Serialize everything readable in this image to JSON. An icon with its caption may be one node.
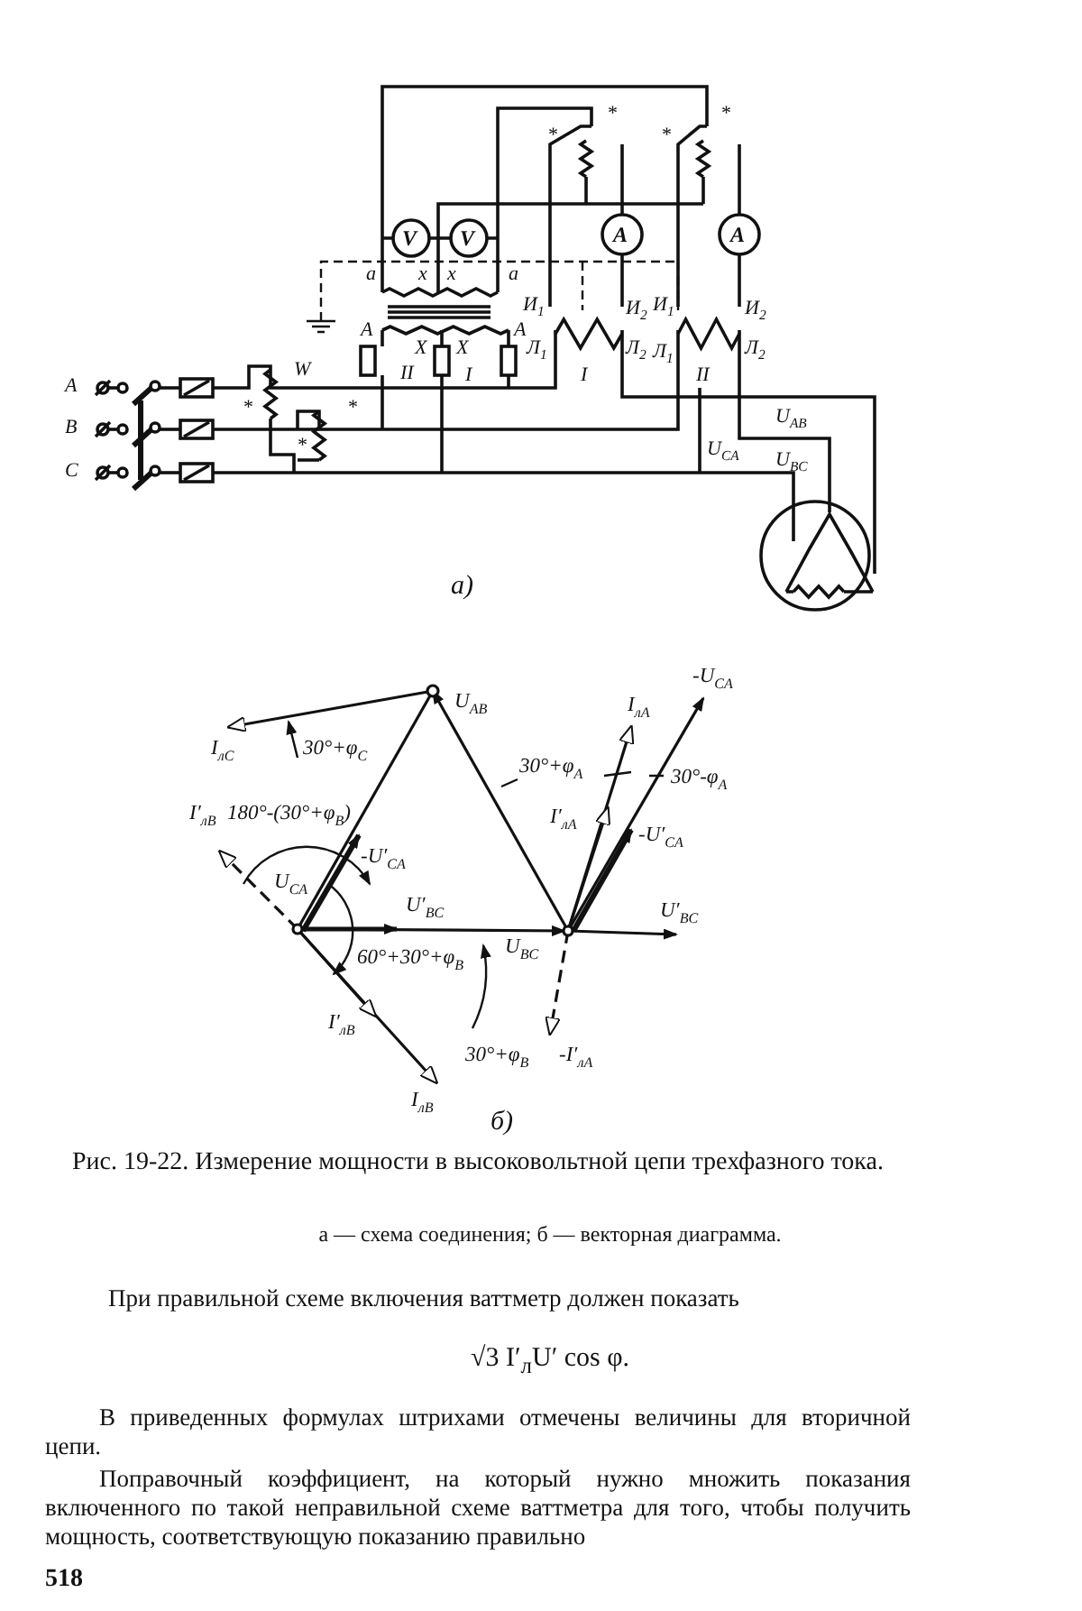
{
  "diagram": {
    "caption": "Рис. 19-22. Измерение мощности в высоковольтной цепи трехфазного тока.",
    "labels": [
      "V",
      "V",
      "A",
      "A",
      "*",
      "W",
      "*",
      "*",
      "*",
      "*",
      "*",
      "*",
      "a",
      "x",
      "x",
      "a",
      "A",
      "A",
      "X",
      "X",
      "II",
      "I",
      "И$_{1}$",
      "И$_{2}$",
      "И$_{1}$",
      "И$_{2}$",
      "Л$_{1}$",
      "Л$_{2}$",
      "Л$_{1}$",
      "Л$_{2}$",
      "I",
      "II",
      "A",
      "B",
      "C",
      "U$_{CA}$",
      "U$_{AB}$",
      "U$_{BC}$",
      "а)",
      "U$_{AB}$",
      "I$_{лC}$",
      "30°+φ$_{C}$",
      "I′$_{лB}$",
      "180°-(30°+φ$_{B}$)",
      "-U′$_{CA}$",
      "U$_{CA}$",
      "U′$_{BC}$",
      "60°+30°+φ$_{B}$",
      "U$_{BC}$",
      "30°+φ$_{B}$",
      "I′$_{лB}$",
      "I$_{лB}$",
      "30°+φ$_{A}$",
      "I$_{лA}$",
      "-U$_{CA}$",
      "30°-φ$_{A}$",
      "I′$_{лA}$",
      "-U′$_{CA}$",
      "U′$_{BC}$",
      "-I′$_{лA}$",
      "б)",
      "а — схема соединения; б — векторная диаграмма.",
      "При правильной схеме включения ваттметр должен показать",
      "√3 I′$_{л}$U′ cos φ.",
      "В приведенных формулах штрихами отмечены величины для вторичной цепи.",
      "Поправочный коэффициент, на который нужно множить показания включенного по такой неправильной схеме ваттметра для того, чтобы получить мощность, соответствующую показанию правильно",
      "518"
    ]
  }
}
